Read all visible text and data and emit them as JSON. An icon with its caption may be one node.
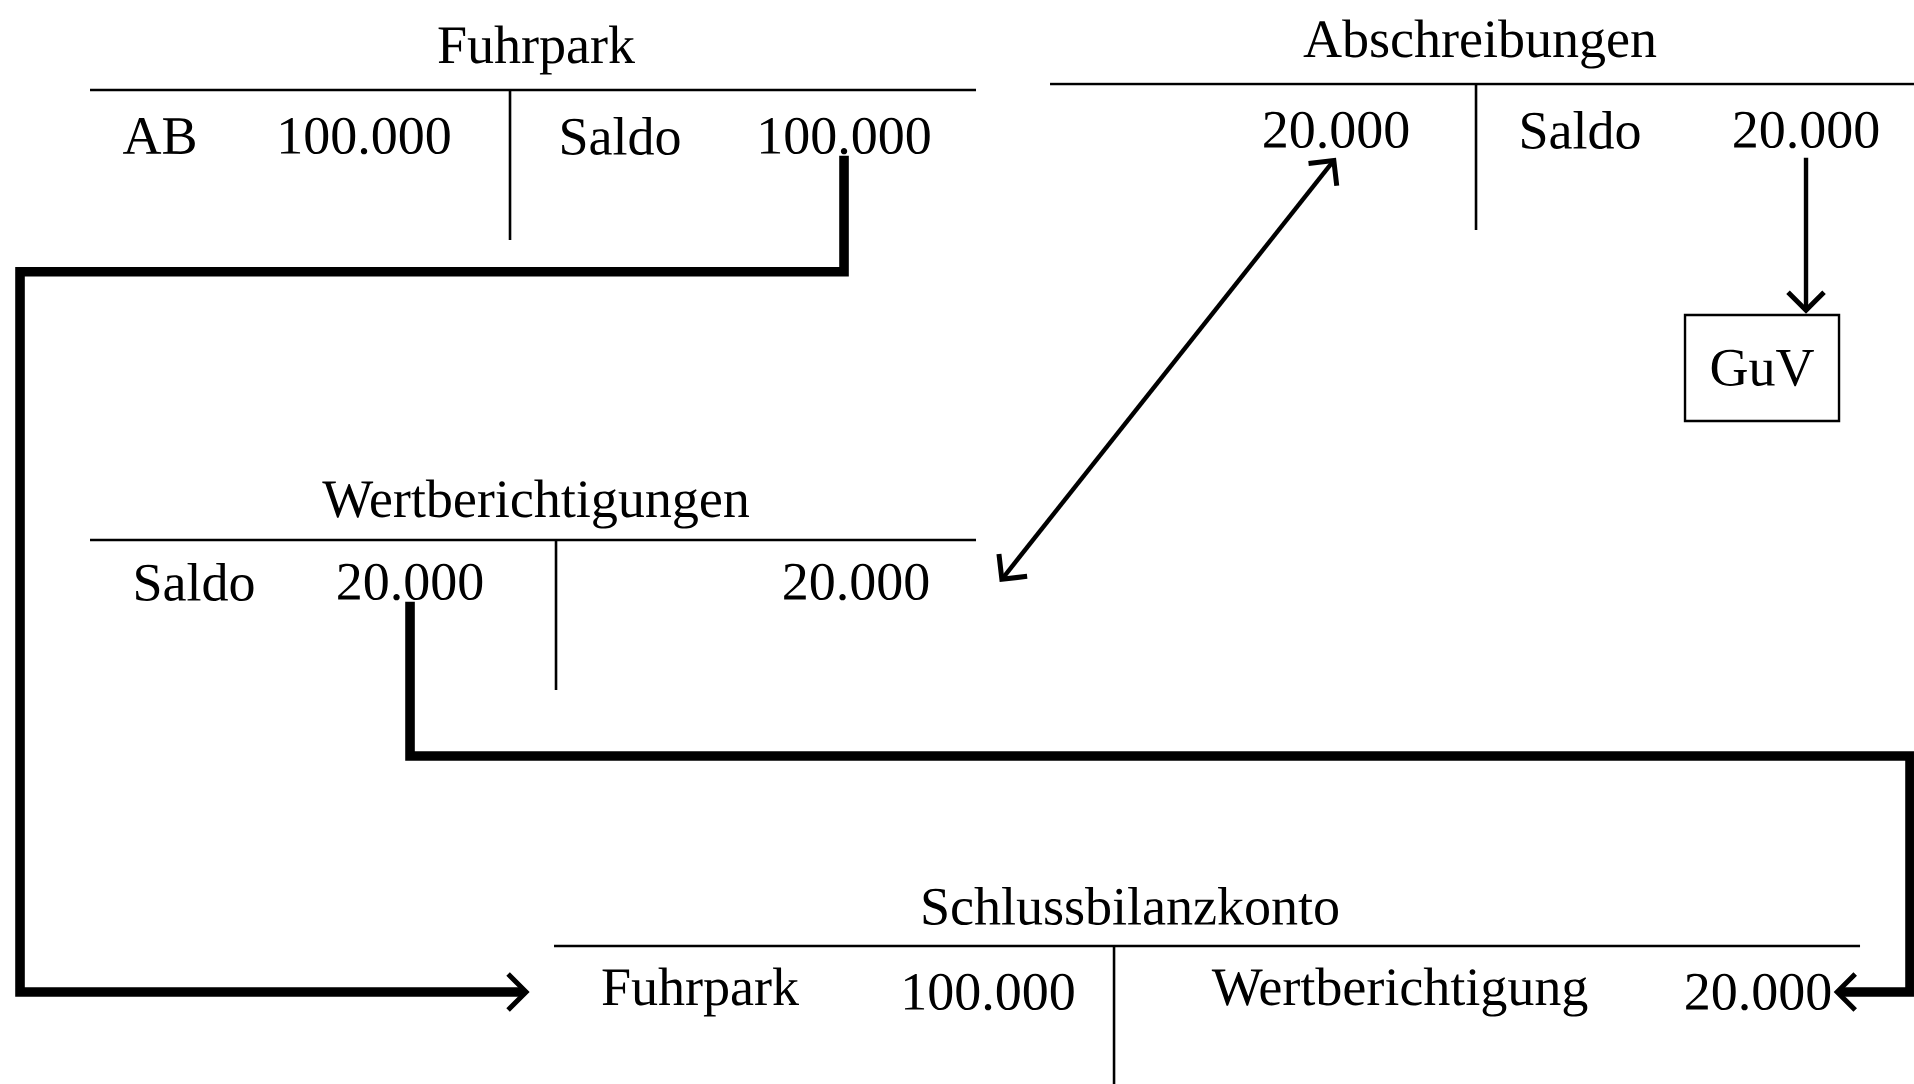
{
  "diagram": {
    "nodes": [
      {
        "text": [
          "Fuhrpark"
        ]
      },
      {
        "text": [
          "AB"
        ],
        "in": 0
      },
      {
        "text": [
          "100.000"
        ],
        "in": 0
      },
      {
        "text": [
          "Saldo"
        ],
        "in": 0
      },
      {
        "text": [
          "100.000"
        ],
        "in": 0
      },
      {
        "text": [
          "Abschreibungen"
        ]
      },
      {
        "text": [
          "20.000"
        ],
        "in": 5
      },
      {
        "text": [
          "Saldo"
        ],
        "in": 5
      },
      {
        "text": [
          "20.000"
        ],
        "in": 5
      },
      {
        "text": [
          "GuV"
        ]
      },
      {
        "text": [
          "Wertberichtigungen"
        ]
      },
      {
        "text": [
          "Saldo"
        ],
        "in": 10
      },
      {
        "text": [
          "20.000"
        ],
        "in": 10
      },
      {
        "text": [
          "20.000"
        ],
        "in": 10
      },
      {
        "text": [
          "Schlussbilanzkonto"
        ]
      },
      {
        "text": [
          "Fuhrpark"
        ],
        "in": 14
      },
      {
        "text": [
          "100.000"
        ],
        "in": 14
      },
      {
        "text": [
          "Wertberichtigung"
        ],
        "in": 14
      },
      {
        "text": [
          "20.000"
        ],
        "in": 14
      }
    ],
    "edges": [
      {
        "from": 4,
        "to": 15,
        "arrow": "to",
        "style": "thick"
      },
      {
        "from": 6,
        "to": 13,
        "arrow": "both"
      },
      {
        "from": 8,
        "to": 9,
        "arrow": "to"
      },
      {
        "from": 12,
        "to": 18,
        "arrow": "to",
        "style": "thick"
      }
    ]
  }
}
